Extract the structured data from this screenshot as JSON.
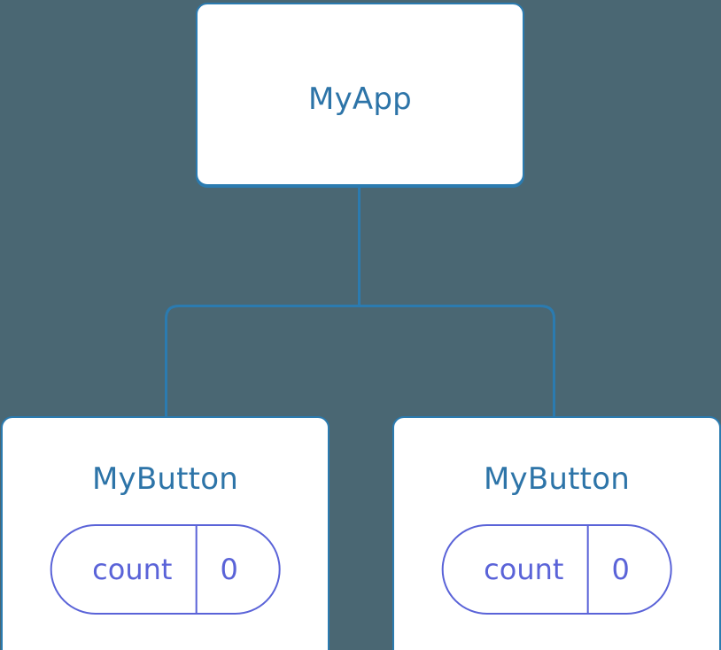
{
  "canvas": {
    "background_color": "#4a6773",
    "edge_color": "#2b7bb0",
    "node_border_color": "#2b7bb0",
    "node_fill_color": "#ffffff",
    "node_title_color": "#2d74a8",
    "state_color": "#5a63d8"
  },
  "tree": {
    "root": {
      "title": "MyApp"
    },
    "children": [
      {
        "title": "MyButton",
        "state": {
          "key": "count",
          "value": "0"
        }
      },
      {
        "title": "MyButton",
        "state": {
          "key": "count",
          "value": "0"
        }
      }
    ]
  }
}
